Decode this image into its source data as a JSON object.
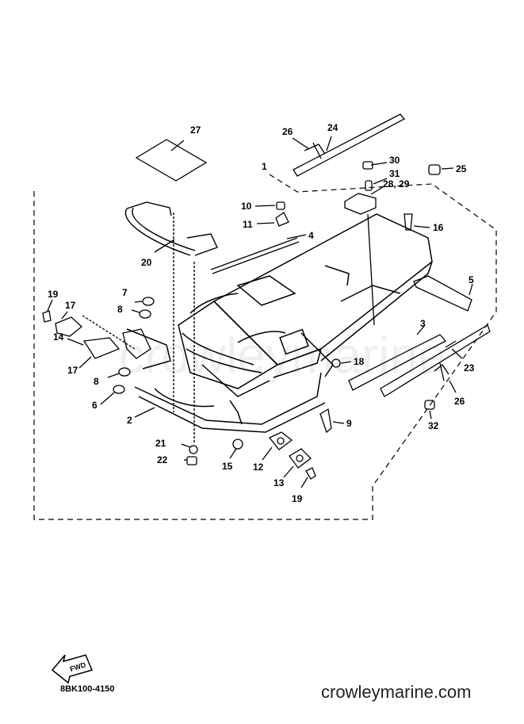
{
  "callouts": [
    "27",
    "26",
    "24",
    "1",
    "30",
    "31",
    "28, 29",
    "25",
    "10",
    "11",
    "4",
    "16",
    "20",
    "5",
    "7",
    "8",
    "19",
    "17",
    "14",
    "17",
    "8",
    "6",
    "3",
    "18",
    "23",
    "26",
    "2",
    "9",
    "32",
    "21",
    "22",
    "15",
    "12",
    "13",
    "19"
  ],
  "fwd_label": "FWD",
  "part_code": "8BK100-4150",
  "website": "crowleymarine.com",
  "watermark": "crowleymarine"
}
